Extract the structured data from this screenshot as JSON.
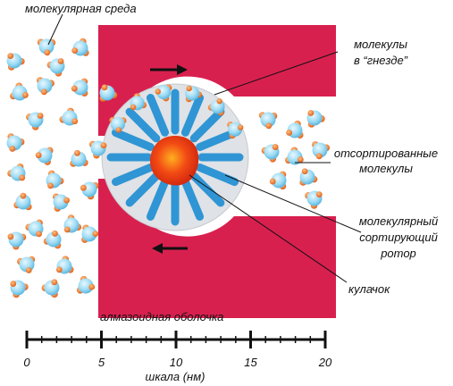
{
  "labels": {
    "medium": "молекулярная среда",
    "nest_line1": "молекулы",
    "nest_line2": "в “гнезде”",
    "sorted_line1": "отсортированные",
    "sorted_line2": "молекулы",
    "rotor_line1": "молекулярный",
    "rotor_line2": "сортирующий",
    "rotor_line3": "ротор",
    "cam": "кулачок",
    "shell": "алмазоидная оболочка"
  },
  "scale": {
    "ticks": [
      "0",
      "5",
      "10",
      "15",
      "20"
    ],
    "caption": "шкала (нм)"
  },
  "colors": {
    "shell": "#d8204f",
    "rotor_bg": "#dfe2e6",
    "spoke": "#2f95d4",
    "cam": "#f03010",
    "molecule_body": "#9fdcf4",
    "molecule_atom": "#f07a2a"
  },
  "arrows": {
    "top": "right",
    "bottom": "left"
  }
}
